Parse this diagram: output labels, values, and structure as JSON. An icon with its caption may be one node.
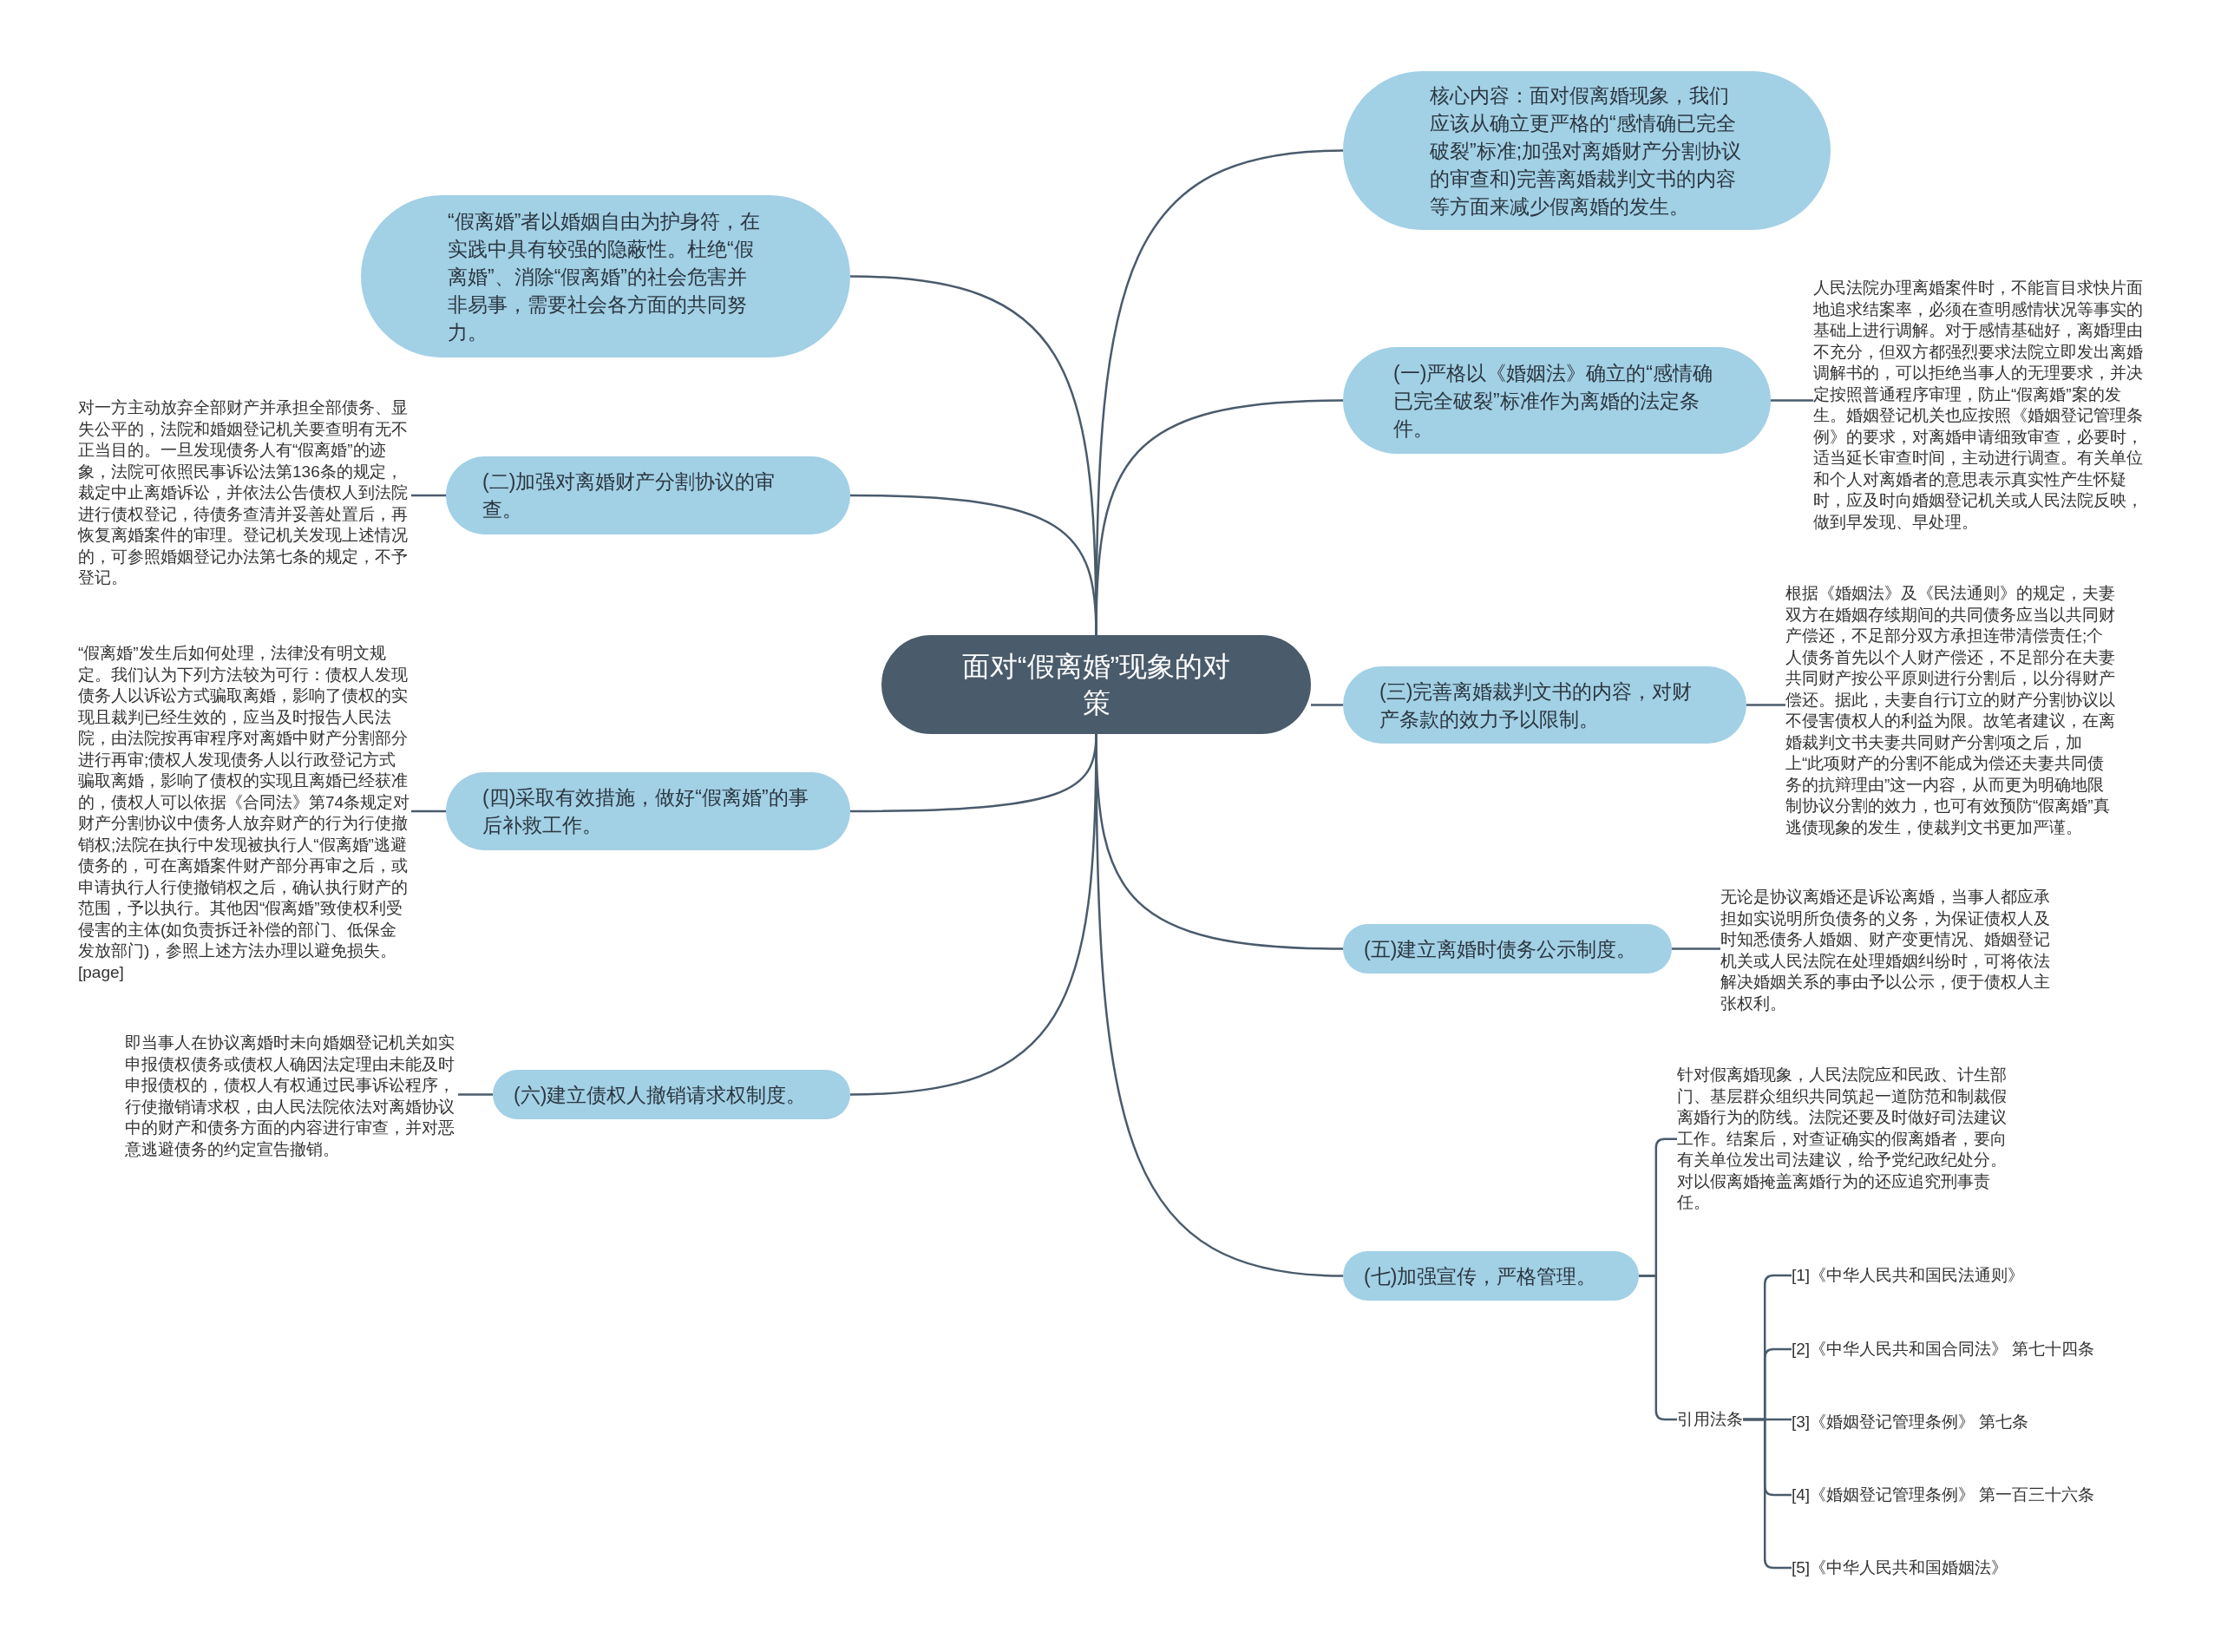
{
  "diagram": {
    "nodes": [
      {
        "text": [
          "面对“假离婚”现象的对策"
        ]
      },
      {
        "text": [
          "“假离婚”者以婚姻自由为护身符，在实践中具有较强的隐蔽性。杜绝“假离婚”、消除“假离婚”的社会危害并非易事，需要社会各方面的共同努力。"
        ]
      },
      {
        "text": [
          "核心内容：面对假离婚现象，我们应该从确立更严格的“感情确已完全破裂”标准;加强对离婚财产分割协议的审查和)完善离婚裁判文书的内容等方面来减少假离婚的发生。"
        ]
      },
      {
        "text": [
          "(一)严格以《婚姻法》确立的“感情确已完全破裂”标准作为离婚的法定条件。"
        ]
      },
      {
        "text": [
          "人民法院办理离婚案件时，不能盲目求快片面地追求结案率，必须在查明感情状况等事实的基础上进行调解。对于感情基础好，离婚理由不充分，但双方都强烈要求法院立即发出离婚调解书的，可以拒绝当事人的无理要求，并决定按照普通程序审理，防止“假离婚”案的发生。婚姻登记机关也应按照《婚姻登记管理条例》的要求，对离婚申请细致审查，必要时，适当延长审查时间，主动进行调查。有关单位和个人对离婚者的意思表示真实性产生怀疑时，应及时向婚姻登记机关或人民法院反映，做到早发现、早处理。"
        ]
      },
      {
        "text": [
          "(二)加强对离婚财产分割协议的审查。"
        ]
      },
      {
        "text": [
          "对一方主动放弃全部财产并承担全部债务、显失公平的，法院和婚姻登记机关要查明有无不正当目的。一旦发现债务人有“假离婚”的迹象，法院可依照民事诉讼法第136条的规定，裁定中止离婚诉讼，并依法公告债权人到法院进行债权登记，待债务查清并妥善处置后，再恢复离婚案件的审理。登记机关发现上述情况的，可参照婚姻登记办法第七条的规定，不予登记。"
        ]
      },
      {
        "text": [
          "(三)完善离婚裁判文书的内容，对财产条款的效力予以限制。"
        ]
      },
      {
        "text": [
          "根据《婚姻法》及《民法通则》的规定，夫妻双方在婚姻存续期间的共同债务应当以共同财产偿还，不足部分双方承担连带清偿责任;个人债务首先以个人财产偿还，不足部分在夫妻共同财产按公平原则进行分割后，以分得财产偿还。据此，夫妻自行订立的财产分割协议以不侵害债权人的利益为限。故笔者建议，在离婚裁判文书夫妻共同财产分割项之后，加上“此项财产的分割不能成为偿还夫妻共同债务的抗辩理由”这一内容，从而更为明确地限制协议分割的效力，也可有效预防“假离婚”真逃债现象的发生，使裁判文书更加严谨。"
        ]
      },
      {
        "text": [
          "(四)采取有效措施，做好“假离婚”的事后补救工作。"
        ]
      },
      {
        "text": [
          "“假离婚”发生后如何处理，法律没有明文规定。我们认为下列方法较为可行：债权人发现债务人以诉讼方式骗取离婚，影响了债权的实现且裁判已经生效的，应当及时报告人民法院，由法院按再审程序对离婚中财产分割部分进行再审;债权人发现债务人以行政登记方式骗取离婚，影响了债权的实现且离婚已经获准的，债权人可以依据《合同法》第74条规定对财产分割协议中债务人放弃财产的行为行使撤销权;法院在执行中发现被执行人“假离婚”逃避债务的，可在离婚案件财产部分再审之后，或申请执行人行使撤销权之后，确认执行财产的范围，予以执行。其他因“假离婚”致使权利受侵害的主体(如负责拆迁补偿的部门、低保金发放部门)，参照上述方法办理以避免损失。[page]"
        ]
      },
      {
        "text": [
          "(五)建立离婚时债务公示制度。"
        ]
      },
      {
        "text": [
          "无论是协议离婚还是诉讼离婚，当事人都应承担如实说明所负债务的义务，为保证债权人及时知悉债务人婚姻、财产变更情况、婚姻登记机关或人民法院在处理婚姻纠纷时，可将依法解决婚姻关系的事由予以公示，便于债权人主张权利。"
        ]
      },
      {
        "text": [
          "(六)建立债权人撤销请求权制度。"
        ]
      },
      {
        "text": [
          "即当事人在协议离婚时未向婚姻登记机关如实申报债权债务或债权人确因法定理由未能及时申报债权的，债权人有权通过民事诉讼程序，行使撤销请求权，由人民法院依法对离婚协议中的财产和债务方面的内容进行审查，并对恶意逃避债务的约定宣告撤销。"
        ]
      },
      {
        "text": [
          "(七)加强宣传，严格管理。"
        ]
      },
      {
        "text": [
          "针对假离婚现象，人民法院应和民政、计生部门、基层群众组织共同筑起一道防范和制裁假离婚行为的防线。法院还要及时做好司法建议工作。结案后，对查证确实的假离婚者，要向有关单位发出司法建议，给予党纪政纪处分。对以假离婚掩盖离婚行为的还应追究刑事责任。"
        ]
      },
      {
        "text": [
          "引用法条"
        ]
      },
      {
        "text": [
          "[1]《中华人民共和国民法通则》"
        ]
      },
      {
        "text": [
          "[2]《中华人民共和国合同法》 第七十四条"
        ]
      },
      {
        "text": [
          "[3]《婚姻登记管理条例》 第七条"
        ]
      },
      {
        "text": [
          "[4]《婚姻登记管理条例》 第一百三十六条"
        ]
      },
      {
        "text": [
          "[5]《中华人民共和国婚姻法》"
        ]
      }
    ],
    "edges": [
      {
        "from": 0,
        "to": 1,
        "arrow": "none"
      },
      {
        "from": 0,
        "to": 2,
        "arrow": "none"
      },
      {
        "from": 0,
        "to": 3,
        "arrow": "none"
      },
      {
        "from": 0,
        "to": 5,
        "arrow": "none"
      },
      {
        "from": 0,
        "to": 7,
        "arrow": "none"
      },
      {
        "from": 0,
        "to": 9,
        "arrow": "none"
      },
      {
        "from": 0,
        "to": 11,
        "arrow": "none"
      },
      {
        "from": 0,
        "to": 13,
        "arrow": "none"
      },
      {
        "from": 0,
        "to": 15,
        "arrow": "none"
      },
      {
        "from": 3,
        "to": 4,
        "arrow": "none"
      },
      {
        "from": 5,
        "to": 6,
        "arrow": "none"
      },
      {
        "from": 7,
        "to": 8,
        "arrow": "none"
      },
      {
        "from": 9,
        "to": 10,
        "arrow": "none"
      },
      {
        "from": 11,
        "to": 12,
        "arrow": "none"
      },
      {
        "from": 13,
        "to": 14,
        "arrow": "none"
      },
      {
        "from": 15,
        "to": 16,
        "arrow": "none"
      },
      {
        "from": 15,
        "to": 17,
        "arrow": "none"
      },
      {
        "from": 17,
        "to": 18,
        "arrow": "none"
      },
      {
        "from": 17,
        "to": 19,
        "arrow": "none"
      },
      {
        "from": 17,
        "to": 20,
        "arrow": "none"
      },
      {
        "from": 17,
        "to": 21,
        "arrow": "none"
      },
      {
        "from": 17,
        "to": 22,
        "arrow": "none"
      }
    ]
  }
}
